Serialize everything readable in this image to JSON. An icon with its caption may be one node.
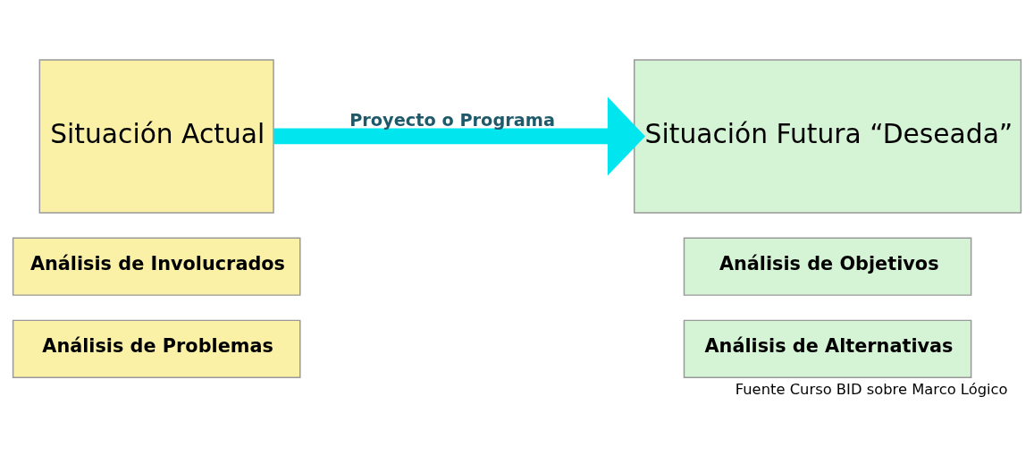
{
  "diagram": {
    "caption": "Fuente Curso BID sobre Marco Lógico",
    "nodes": [
      {
        "text": [
          "Situación Actual"
        ]
      },
      {
        "text": [
          "Análisis de Involucrados"
        ]
      },
      {
        "text": [
          "Análisis de Problemas"
        ]
      },
      {
        "text": [
          "Situación Futura “Deseada”"
        ]
      },
      {
        "text": [
          "Análisis de Objetivos"
        ]
      },
      {
        "text": [
          "Análisis de Alternativas"
        ]
      }
    ],
    "edges": [
      {
        "from": 0,
        "to": 3,
        "arrow": "to",
        "label": "Proyecto o Programa"
      }
    ]
  }
}
